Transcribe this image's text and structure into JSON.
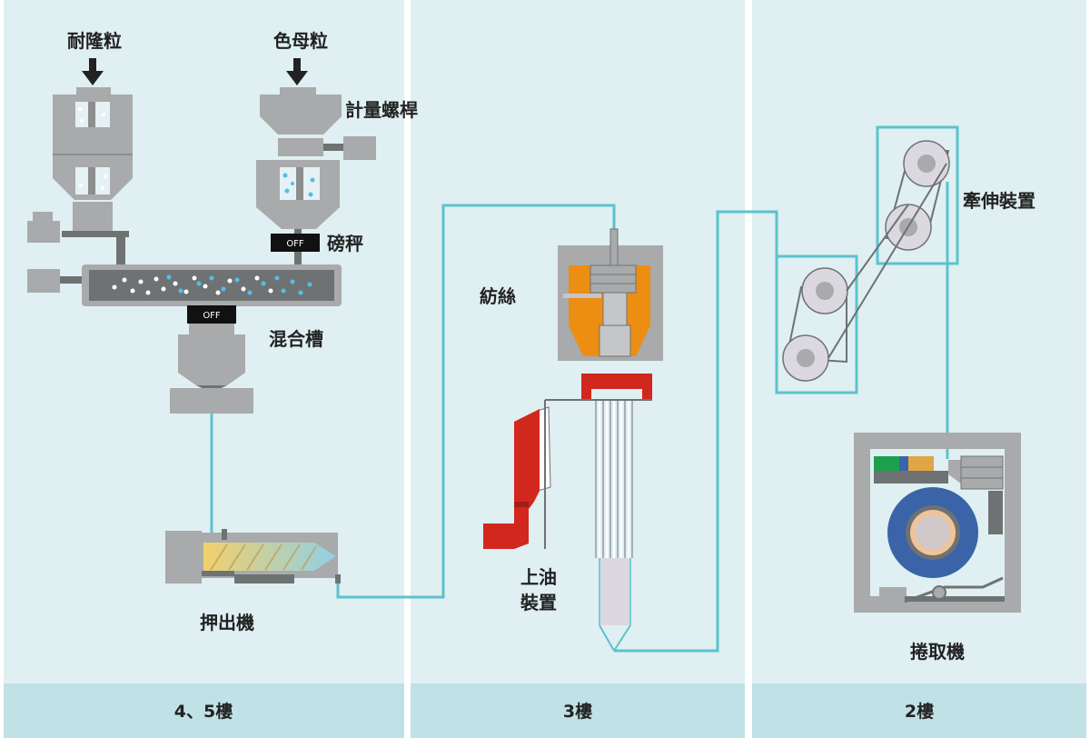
{
  "colors": {
    "panel_bg": "#dfeff2",
    "floor_bar": "#c0e1e6",
    "line": "#5bc3cc",
    "machine_gray": "#a9aaab",
    "machine_dark": "#6f7273",
    "orange": "#ec8e12",
    "red": "#d2271d",
    "blue": "#3a63a8",
    "label_bg": "#111111"
  },
  "floors": [
    {
      "name": "4、5樓"
    },
    {
      "name": "3樓"
    },
    {
      "name": "2樓"
    }
  ],
  "labels": {
    "hopper_left": "耐隆粒",
    "hopper_right": "色母粒",
    "metering_screw": "計量螺桿",
    "scale": "磅秤",
    "mixing_tank": "混合槽",
    "extruder": "押出機",
    "spinning": "紡絲",
    "oiling_line1": "上油",
    "oiling_line2": "裝置",
    "drawing": "牽伸裝置",
    "winder": "捲取機"
  },
  "badges": {
    "scale_switch": "OFF",
    "mixer_switch": "OFF"
  },
  "icons": {
    "feed_arrow_left": "arrow-down-icon",
    "feed_arrow_right": "arrow-down-icon"
  }
}
